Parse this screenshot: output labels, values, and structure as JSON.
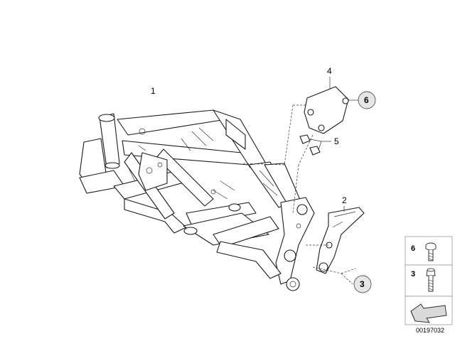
{
  "callouts": {
    "c1": "1",
    "c2": "2",
    "c3": "3",
    "c4": "4",
    "c5": "5",
    "c6": "6"
  },
  "side_panel": {
    "item_a_number": "6",
    "item_b_number": "3"
  },
  "diagram_id": "00197032",
  "colors": {
    "line": "#1a1a1a",
    "background": "#ffffff",
    "panel_border": "#999999"
  },
  "icons": [
    "screw-icon",
    "bolt-icon",
    "arrow-icon"
  ]
}
